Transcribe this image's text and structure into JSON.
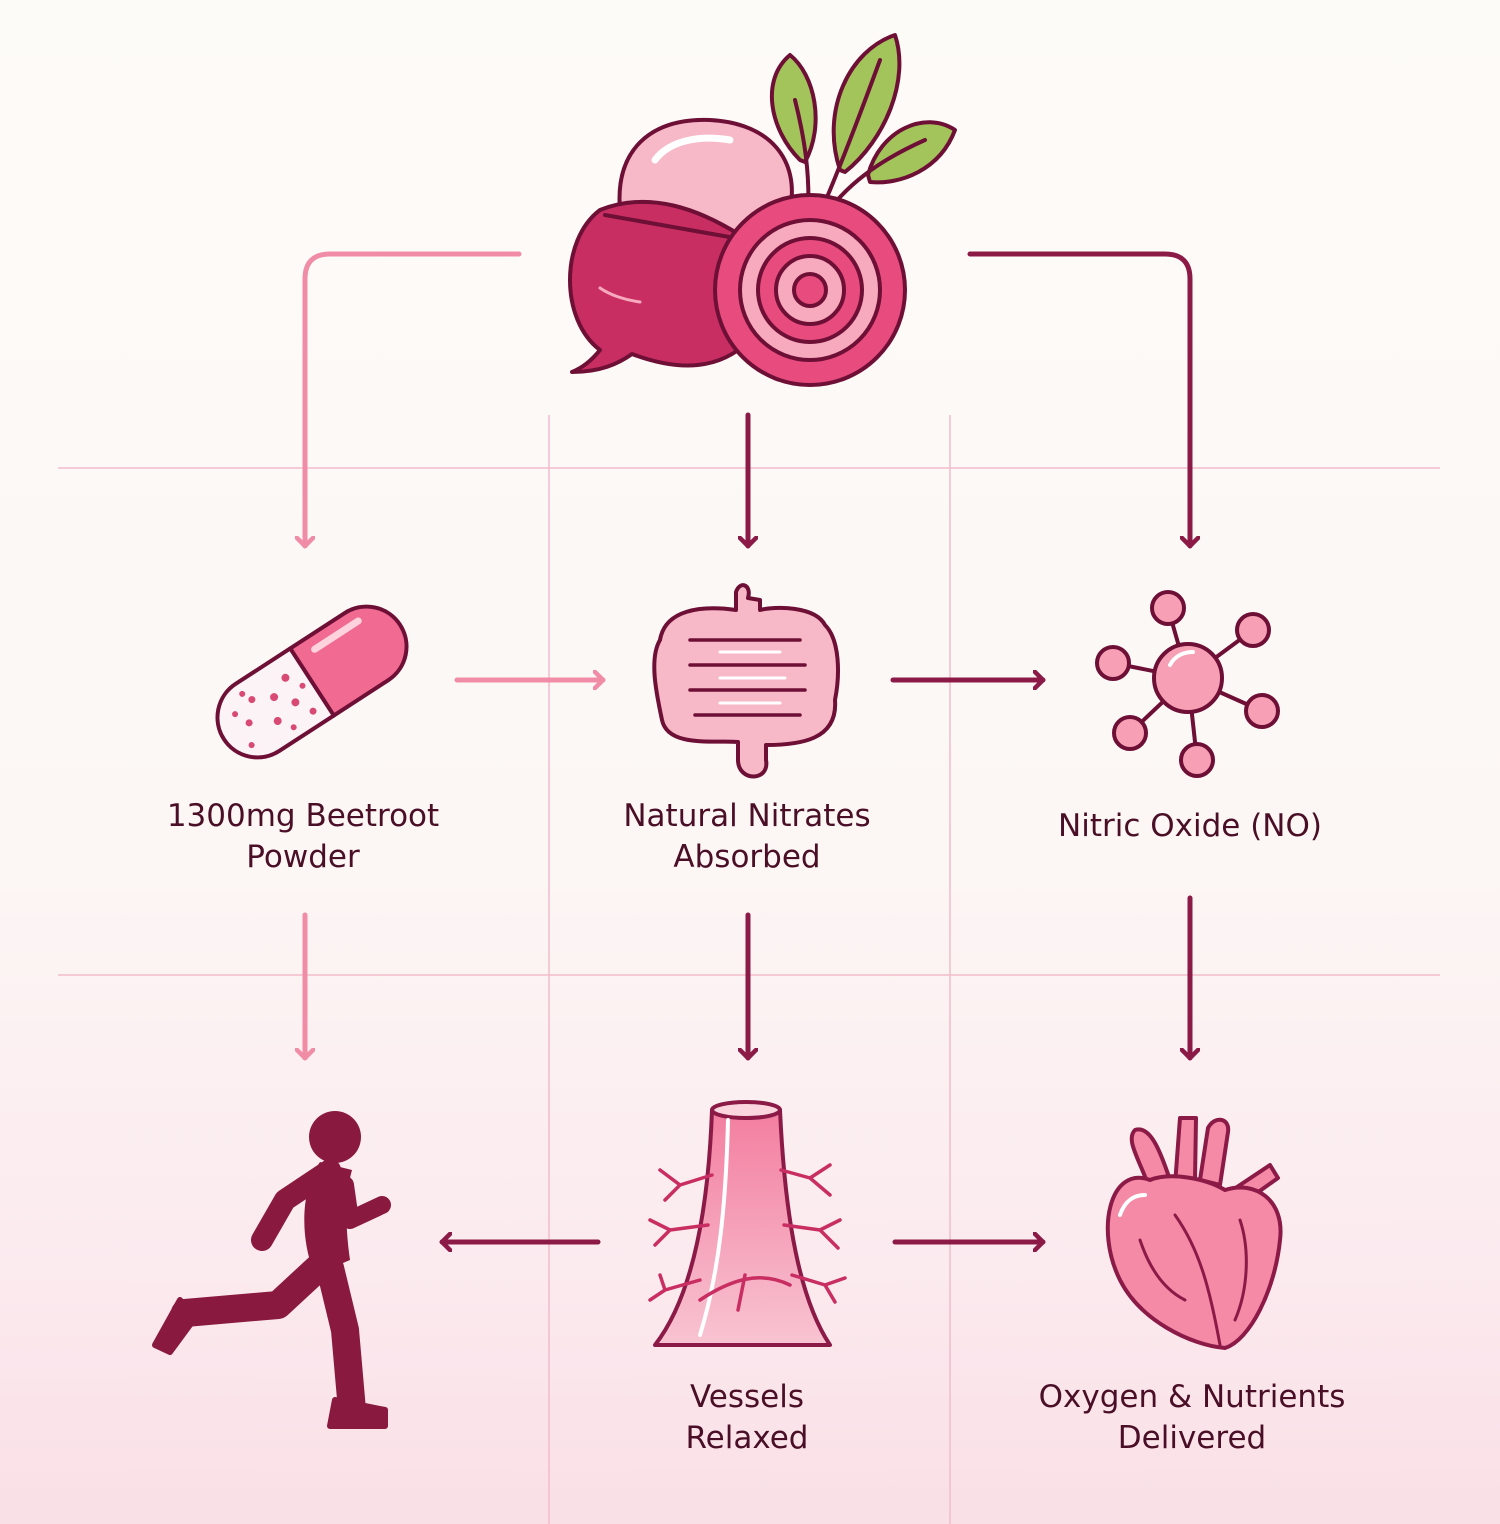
{
  "colors": {
    "light_arrow": "#f08ca6",
    "dark_arrow": "#8c1a47",
    "outline": "#6e0f36",
    "pink": "#f06a92",
    "pink_light": "#f7a9bd",
    "magenta": "#c92e62",
    "leaf": "#a3c45b",
    "grid": "#f2bccb",
    "text": "#4a0f26"
  },
  "nodes": {
    "beetroot_powder": {
      "label": "1300mg Beetroot\nPowder",
      "icon": "capsule-icon"
    },
    "nitrates": {
      "label": "Natural Nitrates\nAbsorbed",
      "icon": "intestine-icon"
    },
    "nitric_oxide": {
      "label": "Nitric Oxide (NO)",
      "icon": "molecule-icon"
    },
    "performance": {
      "icon": "runner-icon"
    },
    "vessels": {
      "label": "Vessels\nRelaxed",
      "icon": "blood-vessel-icon"
    },
    "oxygen": {
      "label": "Oxygen & Nutrients\nDelivered",
      "icon": "heart-icon"
    }
  },
  "top_icon": "beetroot-capsule-icon"
}
